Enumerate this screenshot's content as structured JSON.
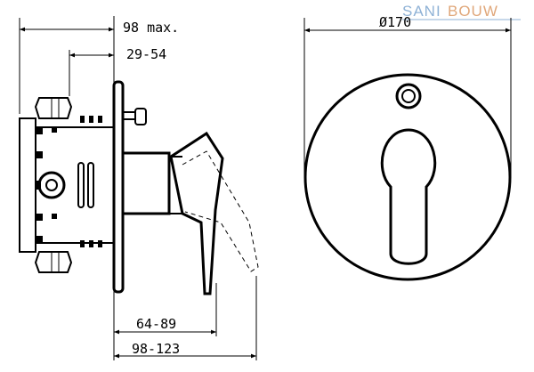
{
  "logo": {
    "part1": "SANI",
    "part2": "BOUW",
    "color_part1": "#8fb2d6",
    "color_part2": "#e0a77a"
  },
  "dimensions": {
    "top_max": "98 max.",
    "adjust_top": "29-54",
    "bottom_inner": "64-89",
    "bottom_outer": "98-123",
    "diameter": "Ø170"
  }
}
